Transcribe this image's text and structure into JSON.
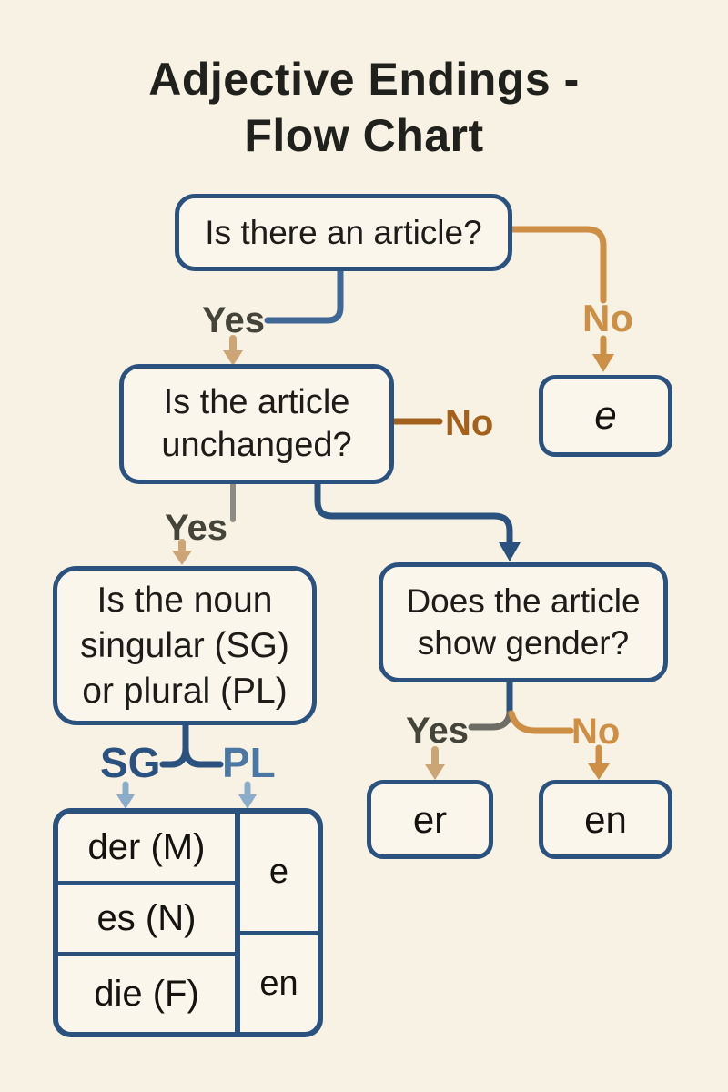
{
  "title": {
    "line1": "Adjective Endings -",
    "line2": "Flow Chart"
  },
  "questions": {
    "article": "Is there an article?",
    "unchanged_l1": "Is the article",
    "unchanged_l2": "unchanged?",
    "number_l1": "Is the noun",
    "number_l2": "singular (SG)",
    "number_l3": "or plural (PL)",
    "gender_l1": "Does the article",
    "gender_l2": "show gender?"
  },
  "labels": {
    "yes1": "Yes",
    "no1": "No",
    "no2": "No",
    "yes2": "Yes",
    "sg": "SG",
    "pl": "PL",
    "yes3": "Yes",
    "no3": "No"
  },
  "endings": {
    "no_article": "e",
    "gender_yes": "er",
    "gender_no": "en"
  },
  "table": {
    "rows": [
      "der (M)",
      "es (N)",
      "die (F)"
    ],
    "right": [
      "e",
      "en"
    ]
  },
  "colors": {
    "bg": "#f7f2e4",
    "border": "#2b517e",
    "ink": "#1d1c18",
    "orange": "#cc8f45",
    "dark_orange": "#a4611c",
    "gray_label": "#45443b",
    "tan": "#cba575",
    "steel": "#3f6896",
    "steel_light": "#4c77a3",
    "light_arrow": "#8badc9"
  }
}
